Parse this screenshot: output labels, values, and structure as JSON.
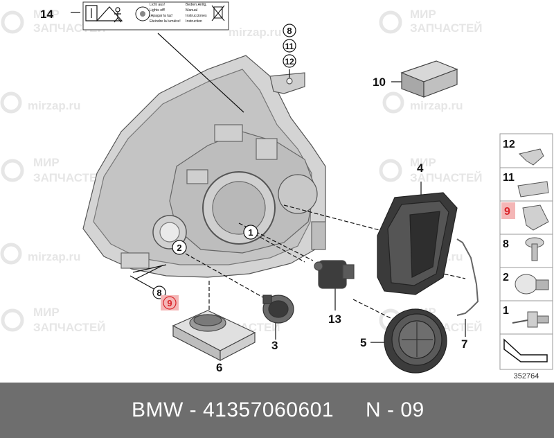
{
  "watermark": {
    "brand_line1": "МИР",
    "brand_line2": "ЗАПЧАСТЕЙ",
    "site": "mirzap.ru"
  },
  "warning_label": {
    "ref": "14",
    "col1": [
      "Licht aus!",
      "Lights off!",
      "¡Apagar la luz!",
      "Eteindre la lumière!"
    ],
    "col2": [
      "Bedien.Anltg.",
      "Manual",
      "Instrucciones",
      "Instruction"
    ]
  },
  "callouts": {
    "c1": "1",
    "c2": "2",
    "c3": "3",
    "c4": "4",
    "c5": "5",
    "c6": "6",
    "c7": "7",
    "c8_top": "8",
    "c11_top": "11",
    "c12_top": "12",
    "c8_left": "8",
    "c9_left": "9",
    "c10": "10",
    "c13": "13"
  },
  "legend": {
    "items": [
      {
        "num": "12",
        "highlight": false
      },
      {
        "num": "11",
        "highlight": false
      },
      {
        "num": "9",
        "highlight": true
      },
      {
        "num": "8",
        "highlight": false
      },
      {
        "num": "2",
        "highlight": false
      },
      {
        "num": "1",
        "highlight": false
      }
    ],
    "diagram_no": "352764"
  },
  "colors": {
    "highlight_fill": "#f4b6b6",
    "highlight_text": "#d9252a",
    "footer_bg": "#6e6e6e"
  },
  "footer": {
    "part_number": "BMW - 41357060601",
    "position": "N - 09"
  }
}
